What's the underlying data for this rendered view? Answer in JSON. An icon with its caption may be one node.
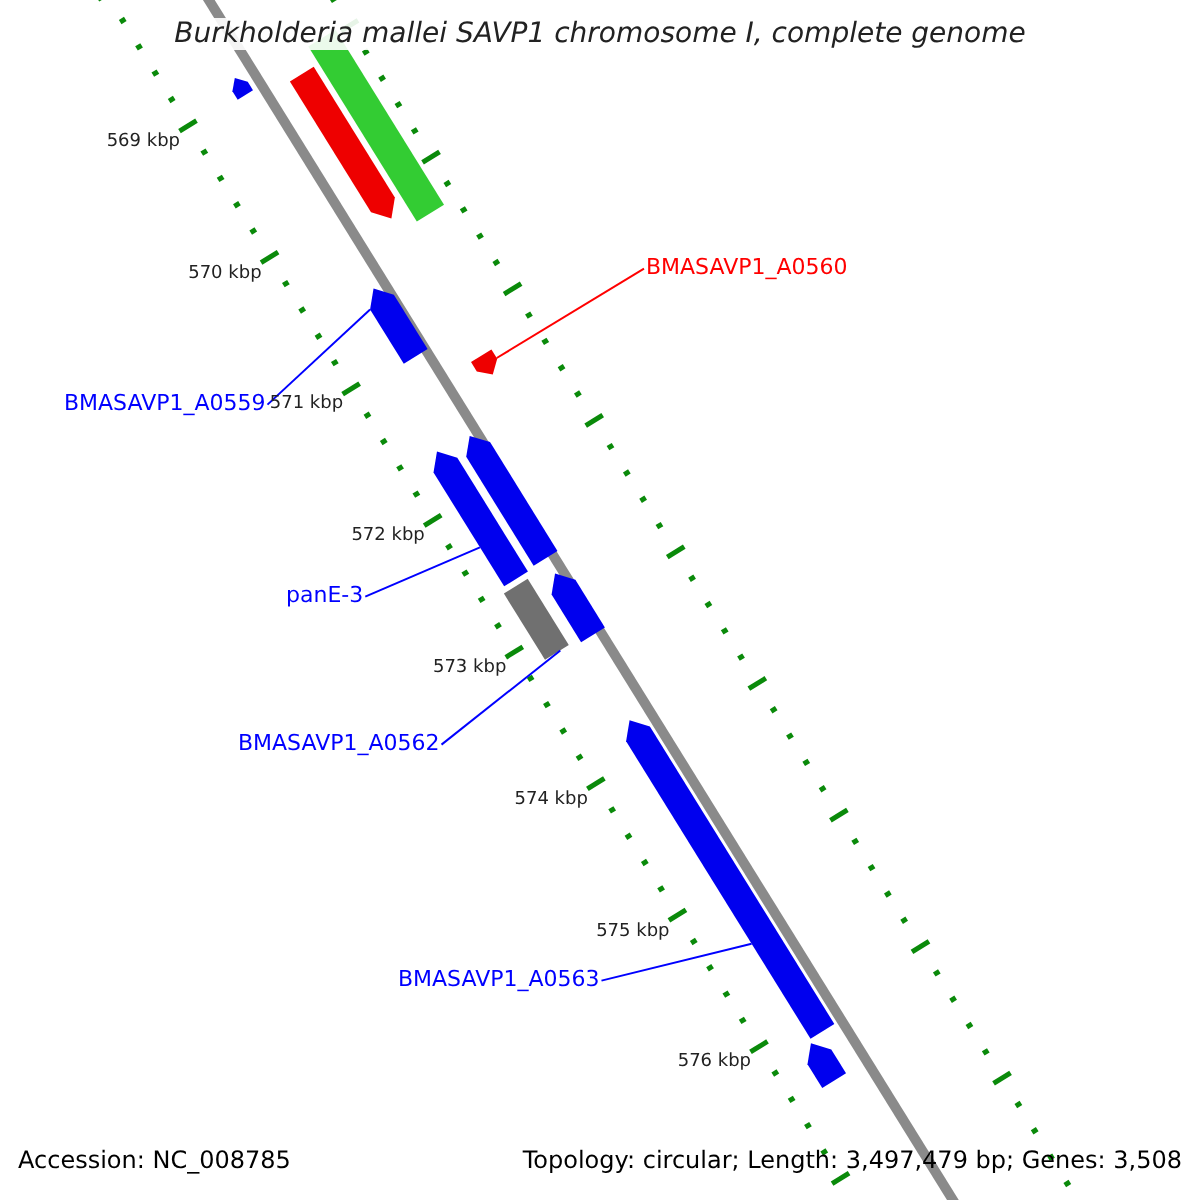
{
  "diagram": {
    "title": "Burkholderia mallei SAVP1 chromosome I, complete genome",
    "nodes": [
      {
        "text": [
          "BMASAVP1_A0560"
        ]
      },
      {
        "text": [
          "BMASAVP1_A0559"
        ]
      },
      {
        "text": [
          "panE-3"
        ]
      },
      {
        "text": [
          "BMASAVP1_A0562"
        ]
      },
      {
        "text": [
          "BMASAVP1_A0563"
        ]
      },
      {
        "text": [],
        "shape": "arrow"
      },
      {
        "text": [],
        "shape": "arrow"
      },
      {
        "text": [],
        "shape": "box"
      },
      {
        "text": [],
        "shape": "arrow"
      },
      {
        "text": [],
        "shape": "arrow"
      },
      {
        "text": [],
        "shape": "arrow"
      },
      {
        "text": [],
        "shape": "arrow"
      },
      {
        "text": [],
        "shape": "arrow"
      },
      {
        "text": [],
        "shape": "box"
      },
      {
        "text": [],
        "shape": "arrow"
      },
      {
        "text": [],
        "shape": "arrow"
      }
    ],
    "edges": [
      {
        "from": 0,
        "to": 9,
        "arrow": "none",
        "color": "#ff0000"
      },
      {
        "from": 1,
        "to": 8,
        "arrow": "none"
      },
      {
        "from": 2,
        "to": 10,
        "arrow": "none"
      },
      {
        "from": 3,
        "to": 13,
        "arrow": "none"
      },
      {
        "from": 4,
        "to": 14,
        "arrow": "none"
      }
    ],
    "labels": [
      "569 kbp",
      "570 kbp",
      "571 kbp",
      "572 kbp",
      "573 kbp",
      "574 kbp",
      "575 kbp",
      "576 kbp",
      "Accession: NC_008785",
      "Topology: circular; Length: 3,497,479 bp; Genes: 3,508"
    ]
  }
}
